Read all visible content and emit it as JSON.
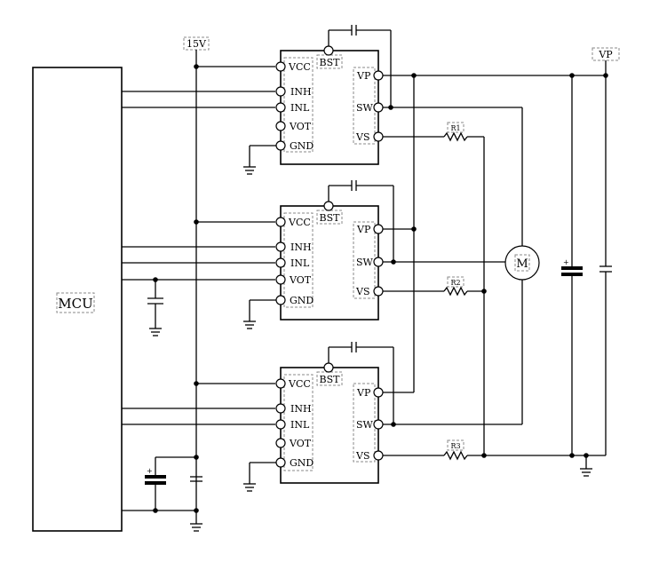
{
  "mcu_label": "MCU",
  "supply_15v": "15V",
  "supply_vp": "VP",
  "motor_label": "M",
  "pins_left": [
    "VCC",
    "INH",
    "INL",
    "VOT",
    "GND"
  ],
  "pins_right": [
    "VP",
    "SW",
    "VS"
  ],
  "bst_label": "BST",
  "resistors": [
    "R1",
    "R2",
    "R3"
  ]
}
